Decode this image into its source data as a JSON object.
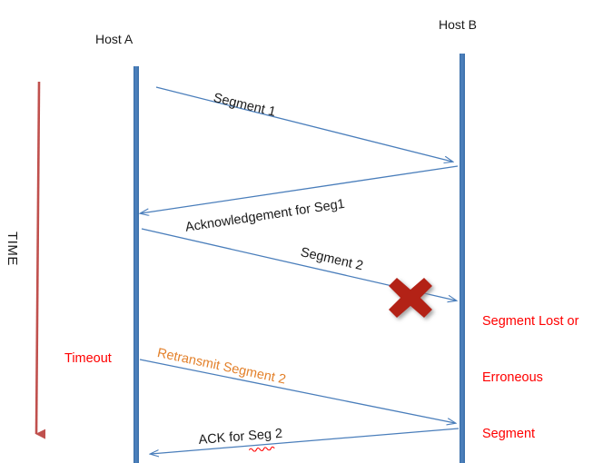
{
  "diagram": {
    "title_role": "tcp-retransmission-sequence-diagram",
    "colors": {
      "host_line": "#4A7EBB",
      "arrow": "#4A7EBB",
      "time_arrow": "#C0504D",
      "cross": "#B32118",
      "alert_text": "#FF0000",
      "retransmit_text": "#E3802A",
      "body_text": "#1A1A1A"
    },
    "axis": {
      "time_label": "TIME"
    },
    "hosts": [
      {
        "name": "host-a",
        "label": "Host A"
      },
      {
        "name": "host-b",
        "label": "Host B"
      }
    ],
    "messages": [
      {
        "name": "segment-1",
        "label": "Segment 1",
        "direction": "a-to-b"
      },
      {
        "name": "ack-seg-1",
        "label": "Acknowledgement for Seg1",
        "direction": "b-to-a"
      },
      {
        "name": "segment-2",
        "label": "Segment 2",
        "direction": "a-to-b"
      },
      {
        "name": "retransmit-segment-2",
        "label": "Retransmit Segment 2",
        "direction": "a-to-b"
      },
      {
        "name": "ack-seg-2",
        "label": "ACK for Seg 2",
        "direction": "b-to-a"
      }
    ],
    "annotations": {
      "timeout": "Timeout",
      "loss_note_line1": "Segment Lost or",
      "loss_note_line2": "Erroneous",
      "loss_note_line3": "Segment",
      "loss_marker_icon": "cross-icon"
    }
  }
}
